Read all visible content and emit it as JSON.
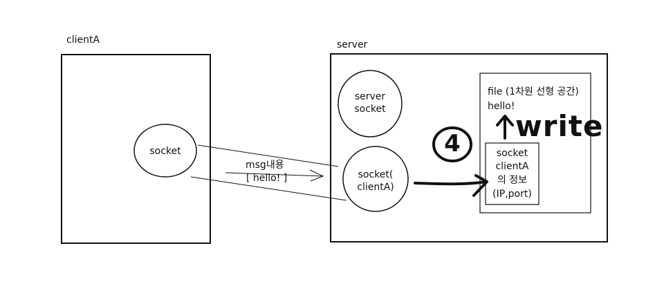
{
  "clientA": {
    "title": "clientA",
    "socket_label": "socket"
  },
  "server": {
    "title": "server",
    "server_socket_line1": "server",
    "server_socket_line2": "socket",
    "client_socket_line1": "socket(",
    "client_socket_line2": "clientA)"
  },
  "message": {
    "line1": "msg내용",
    "line2": "[ hello! ]"
  },
  "file": {
    "line1": "file (1차원 선형 공간)",
    "line2": "hello!",
    "write_annotation": "write"
  },
  "socket_info": {
    "line1": "socket",
    "line2": "clientA",
    "line3": "의 정보",
    "line4": "(IP,port)"
  },
  "step_marker": "4",
  "colors": {
    "stroke": "#111111",
    "background": "#ffffff"
  }
}
